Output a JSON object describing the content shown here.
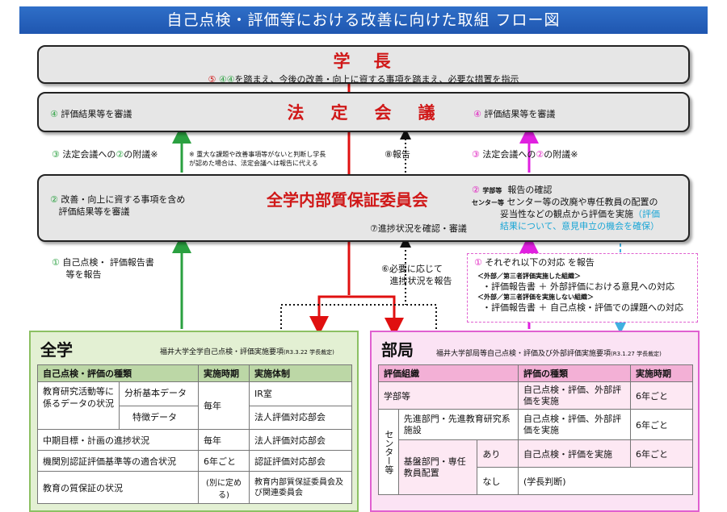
{
  "title": "自己点検・評価等における改善に向けた取組 フロー図",
  "president": {
    "title": "学　長",
    "note_circled": "⑤",
    "note_ref": "④④",
    "note_text": "を踏まえ、今後の改善・向上に資する事項を踏まえ、必要な措置を指示"
  },
  "council": {
    "title": "法　定　会　議",
    "left_num": "④",
    "left_text": "評価結果等を審議",
    "right_num": "④",
    "right_text": "評価結果等を審議"
  },
  "arrows_mid": {
    "left_num": "③",
    "left_text_a": "法定会議への",
    "left_text_ref": "②",
    "left_text_b": "の附議※",
    "note_mark": "※",
    "note_line1": "重大な課題や改善事項等がないと判断し学長",
    "note_line2": "が認めた場合は、法定会議へは報告に代える",
    "center_num": "⑧",
    "center_text": "報告",
    "right_num": "③",
    "right_text_a": "法定会議への",
    "right_text_ref": "②",
    "right_text_b": "の附議※"
  },
  "committee": {
    "title": "全学内部質保証委員会",
    "left_num": "②",
    "left_line1": "改善・向上に資する事項を含め",
    "left_line2": "評価結果等を審議",
    "right_num": "②",
    "right_label1": "学部等",
    "right_text1": "報告の確認",
    "right_label2": "センター等",
    "right_line2": "センター等の改廃や専任教員の配置の",
    "right_line3a": "妥当性などの観点から評価を実施",
    "right_line3b": "（評価",
    "right_line4": "結果について、意見申立の機会を確保）",
    "center_num": "⑦",
    "center_text": "進捗状況を確認・審議"
  },
  "lower_arrows": {
    "left_num": "①",
    "left_line1": "自己点検・ 評価報告書",
    "left_line2": "等を報告",
    "center_num": "⑥",
    "center_line1": "必要に応じて",
    "center_line2": "進捗状況を報告"
  },
  "report_box": {
    "num": "①",
    "head": "それぞれ以下の対応 を報告",
    "sub1": "＜外部／第三者評価実施した組織＞",
    "item1": "・評価報告書 ＋ 外部評価における意見への対応",
    "sub2": "＜外部／第三者評価を実施しない組織＞",
    "item2": "・評価報告書 ＋ 自己点検・評価での課題への対応"
  },
  "zengaku": {
    "title": "全学",
    "subtitle": "福井大学全学自己点検・評価実施要項",
    "subtitle_date": "(R3.3.22 学長裁定)",
    "headers": [
      "自己点検・評価の種類",
      "実施時期",
      "実施体制"
    ],
    "row1_main": "教育研究活動等に係るデータの状況",
    "row1_sub1": "分析基本データ",
    "row1_sub2": "特徴データ",
    "row1_timing": "毎年",
    "row1_org1": "IR室",
    "row1_org2": "法人評価対応部会",
    "row2": [
      "中期目標・計画の進捗状況",
      "毎年",
      "法人評価対応部会"
    ],
    "row3": [
      "機関別認証評価基準等の適合状況",
      "6年ごと",
      "認証評価対応部会"
    ],
    "row4": [
      "教育の質保証の状況",
      "(別に定める)",
      "教育内部質保証委員会及び関連委員会"
    ]
  },
  "bukyoku": {
    "title": "部局",
    "subtitle": "福井大学部局等自己点検・評価及び外部評価実施要項",
    "subtitle_date": "(R3.1.27 学長裁定)",
    "headers": [
      "評価組織",
      "評価の種類",
      "実施時期"
    ],
    "row1": [
      "学部等",
      "自己点検・評価、外部評価を実施",
      "6年ごと"
    ],
    "center_label": "センター等",
    "row2": [
      "先進部門・先進教育研究系施設",
      "自己点検・評価、外部評価を実施",
      "6年ごと"
    ],
    "row3_org": "基盤部門・専任教員配置",
    "row3_a": [
      "あり",
      "自己点検・評価を実施",
      "6年ごと"
    ],
    "row3_b": [
      "なし",
      "(学長判断)"
    ]
  }
}
